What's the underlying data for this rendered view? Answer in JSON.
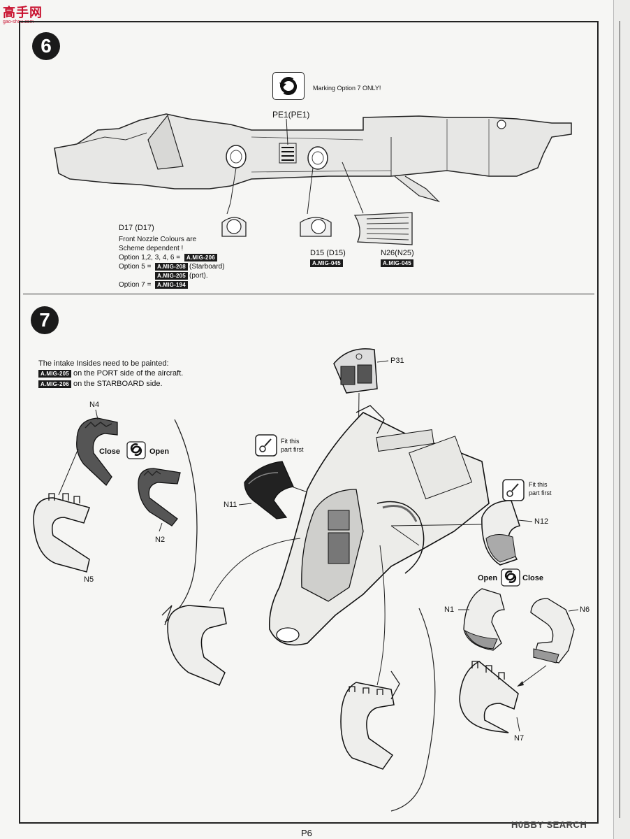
{
  "watermark": {
    "site_cn": "高手网",
    "site_url": "gao-shou.com"
  },
  "step6": {
    "number": "6",
    "marking_note": "Marking Option 7 ONLY!",
    "part_pe1": "PE1(PE1)",
    "part_d17": "D17 (D17)",
    "nozzle_note_1": "Front Nozzle Colours are",
    "nozzle_note_2": "Scheme dependent !",
    "option_1": "Option 1,2, 3, 4, 6 =",
    "option_1_paint": "A.MIG-206",
    "option_5": "Option 5 =",
    "option_5_paint": "A.MIG-208",
    "option_5_side": "(Starboard)",
    "option_5b_paint": "A.MIG-205",
    "option_5b_side": "(port).",
    "option_7": "Option 7 =",
    "option_7_paint": "A.MIG-194",
    "part_d15": "D15 (D15)",
    "d15_paint": "A.MIG-045",
    "part_n26": "N26(N25)",
    "n26_paint": "A.MIG-045"
  },
  "step7": {
    "number": "7",
    "intake_note": "The intake Insides need to be painted:",
    "port_paint": "A.MIG-205",
    "port_text": "on the PORT side of the aircraft.",
    "starboard_paint": "A.MIG-206",
    "starboard_text": "on the STARBOARD side.",
    "part_n4": "N4",
    "part_n5": "N5",
    "part_n2": "N2",
    "part_n11": "N11",
    "part_p31": "P31",
    "part_n12": "N12",
    "part_n1": "N1",
    "part_n6": "N6",
    "part_n7": "N7",
    "close_left": "Close",
    "open_left": "Open",
    "open_right": "Open",
    "close_right": "Close",
    "fit_first_1": "Fit this",
    "fit_first_2": "part first"
  },
  "footer": {
    "page": "P6",
    "brand": "H0BBY SEARCH"
  }
}
